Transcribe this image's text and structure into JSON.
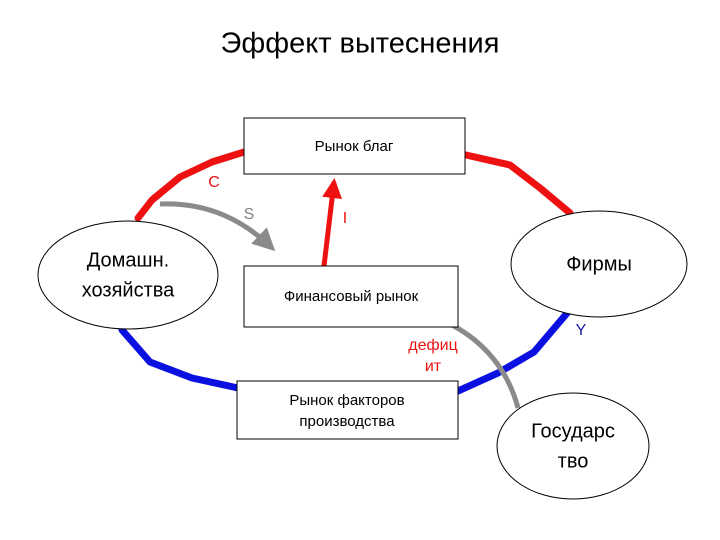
{
  "title": "Эффект вытеснения",
  "nodes": {
    "goods_market": "Рынок благ",
    "financial_market": "Финансовый рынок",
    "factor_market": [
      "Рынок факторов",
      "производства"
    ],
    "households": [
      "Домашн.",
      "хозяйства"
    ],
    "firms": "Фирмы",
    "government": [
      "Государс",
      "тво"
    ]
  },
  "flows": {
    "consumption": "C",
    "saving": "S",
    "investment": "I",
    "income": "Y",
    "deficit": [
      "дефиц",
      "ит"
    ]
  },
  "colors": {
    "red_flow": "#ee1111",
    "blue_flow": "#0a10e0",
    "gray_flow": "#8a8a8a",
    "label_gray": "#808080",
    "income_label": "#1a1aa8"
  }
}
